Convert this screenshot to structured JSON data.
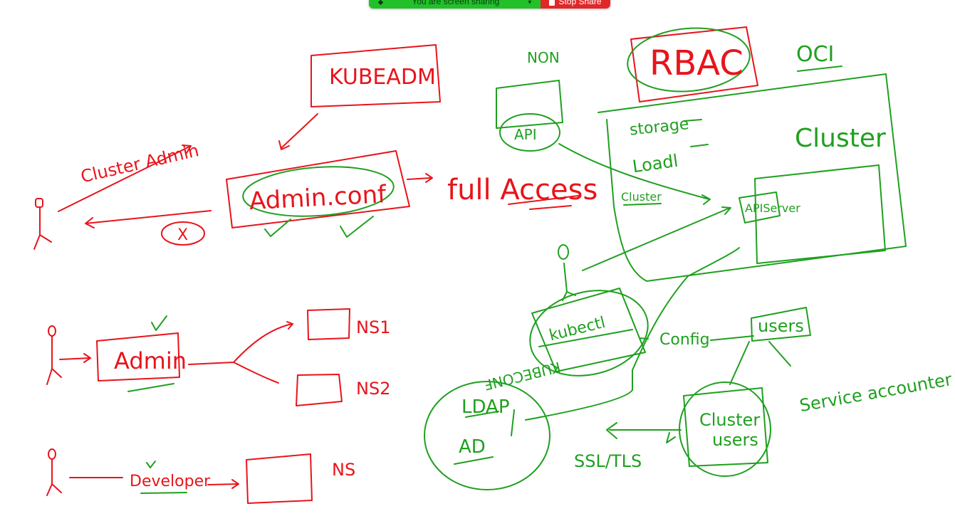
{
  "share_banner": {
    "status": "You are screen sharing",
    "stop_label": "Stop Share"
  },
  "whiteboard": {
    "kubeadm": "KUBEADM",
    "admin_conf": "Admin.conf",
    "full_access": "full Access",
    "cluster_admin": "Cluster Admin",
    "x_mark": "X",
    "admin": "Admin",
    "ns1": "NS1",
    "ns2": "NS2",
    "developer": "Developer",
    "ns": "NS",
    "non": "NON",
    "api": "API",
    "rbac": "RBAC",
    "oci": "OCI",
    "storage": "storage",
    "lb": "Loadl",
    "cluster_small": "Cluster",
    "cluster_big": "Cluster",
    "api_server": "APIServer",
    "kubectl": "kubectl",
    "kubeconfig": "KUBECONF",
    "config": "Config",
    "users": "users",
    "service_account": "Service accounter",
    "ldap": "LDAP",
    "ad": "AD",
    "cluster_users_1": "Cluster",
    "cluster_users_2": "users",
    "ssl_tls": "SSL/TLS"
  }
}
